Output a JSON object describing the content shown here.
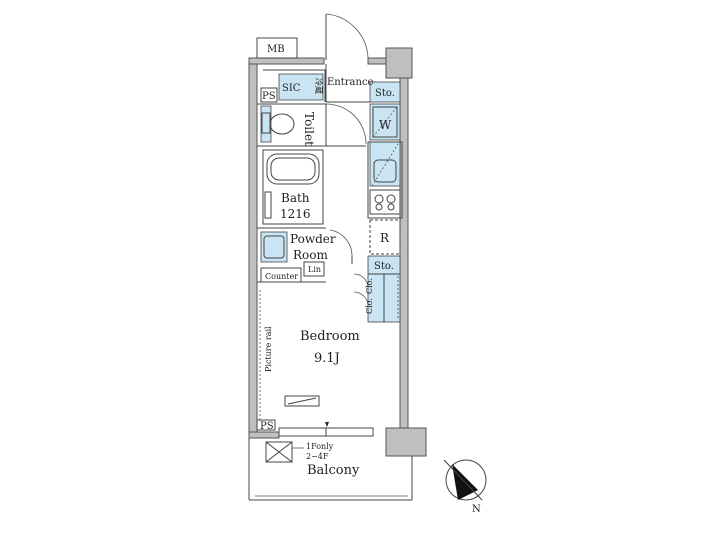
{
  "labels": {
    "mb": "MB",
    "sic": "SIC",
    "sic_vertical": "冷蔵",
    "entrance": "Entrance",
    "ps_top": "PS",
    "sto_top": "Sto.",
    "toilet": "Toilet",
    "washer": "W",
    "bath_line1": "Bath",
    "bath_line2": "1216",
    "fridge": "R",
    "powder_line1": "Powder",
    "powder_line2": "Room",
    "sto_mid": "Sto.",
    "counter": "Counter",
    "lin": "Lin",
    "clo1": "Clo.",
    "clo2": "Clo.",
    "picture_rail": "Picture rail",
    "bedroom": "Bedroom",
    "bedroom_size": "9.1J",
    "ps_bottom": "PS",
    "balcony_note1": "1Fonly",
    "balcony_note2": "2~4F",
    "balcony": "Balcony",
    "north": "N"
  },
  "colors": {
    "wall": "#bfbfbf",
    "storage_blue": "#c9e4f2",
    "line": "#444444"
  },
  "icons": [
    "compass-icon",
    "stove-icon",
    "sink-icon",
    "toilet-icon",
    "bathtub-icon",
    "washbasin-icon",
    "door-swing-icon"
  ]
}
